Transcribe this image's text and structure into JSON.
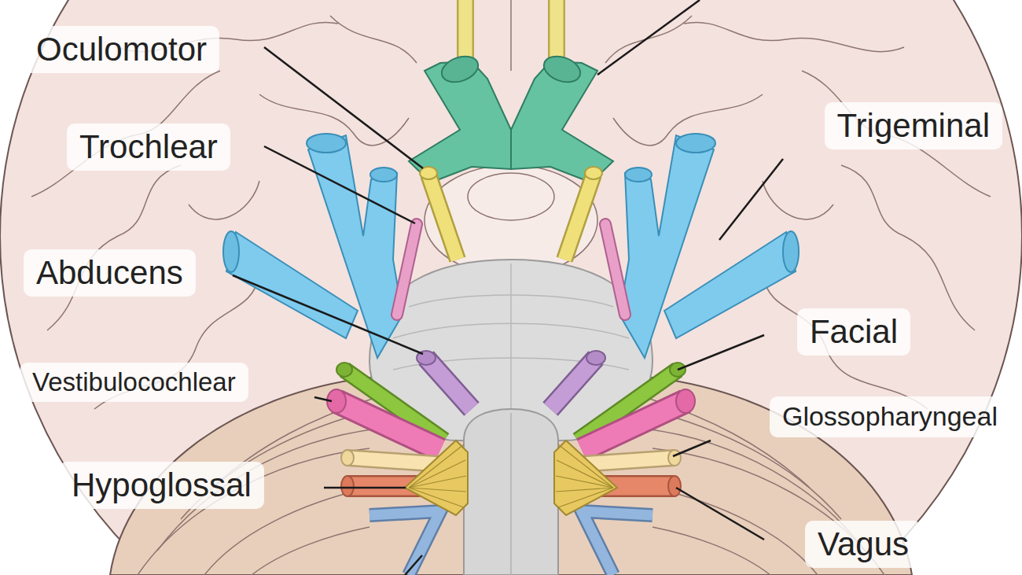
{
  "diagram": {
    "labels": [
      "Oculomotor",
      "Trigeminal",
      "Trochlear",
      "Abducens",
      "Facial",
      "Vestibulocochlear",
      "Glossopharyngeal",
      "Hypoglossal",
      "Vagus"
    ]
  }
}
